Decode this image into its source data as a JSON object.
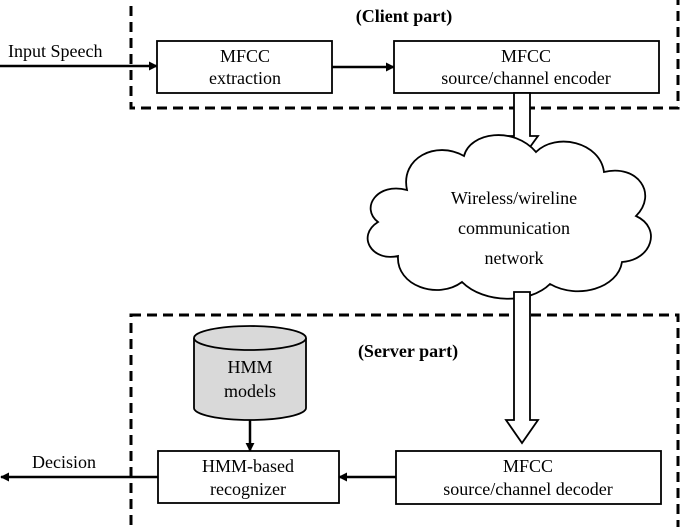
{
  "client": {
    "title": "(Client part)",
    "input_label": "Input Speech",
    "extraction_line1": "MFCC",
    "extraction_line2": "extraction",
    "encoder_line1": "MFCC",
    "encoder_line2": "source/channel encoder"
  },
  "network": {
    "line1": "Wireless/wireline",
    "line2": "communication",
    "line3": "network"
  },
  "server": {
    "title": "(Server part)",
    "db_line1": "HMM",
    "db_line2": "models",
    "recognizer_line1": "HMM-based",
    "recognizer_line2": "recognizer",
    "decoder_line1": "MFCC",
    "decoder_line2": "source/channel decoder",
    "output_label": "Decision"
  },
  "colors": {
    "stroke": "#000000",
    "cylinder_fill": "#d9d9d9",
    "background": "#ffffff"
  }
}
